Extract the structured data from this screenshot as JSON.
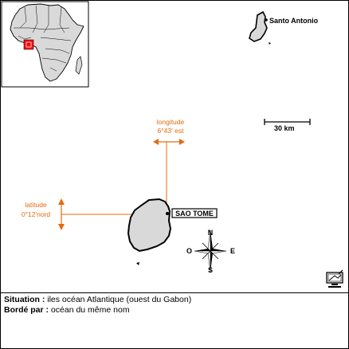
{
  "map": {
    "inset": {
      "highlight_color": "#ff0000"
    },
    "islands": {
      "principe": {
        "label": "Santo Antonio"
      },
      "sao_tome": {
        "label": "SAO TOME"
      }
    },
    "longitude": {
      "line1": "longitude",
      "line2": "6°43' est"
    },
    "latitude": {
      "line1": "latitude",
      "line2": "0°12'nord"
    },
    "scale": {
      "label": "30 km"
    },
    "compass": {
      "n": "N",
      "s": "S",
      "e": "E",
      "o": "O"
    },
    "colors": {
      "accent": "#e36b0e",
      "land": "#d9d9d9",
      "outline": "#000000"
    }
  },
  "toolbar": {
    "icon": "map-tool-icon"
  },
  "info": {
    "situation_label": "Situation :",
    "situation_value": " iles océan Atlantique (ouest du Gabon)",
    "borde_label": "Bordé par :",
    "borde_value": " océan du même nom"
  }
}
